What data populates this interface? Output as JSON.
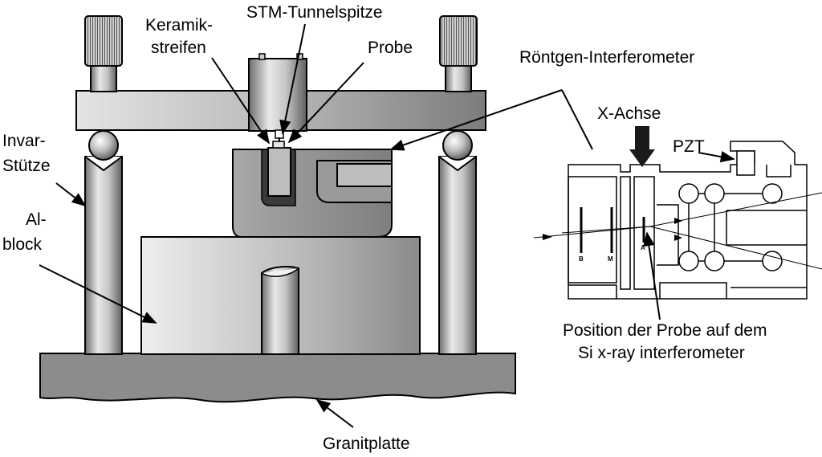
{
  "labels": {
    "stm_tip": "STM-Tunnelspitze",
    "ceramic_1": "Keramik-",
    "ceramic_2": "streifen",
    "probe": "Probe",
    "xray_interferometer": "Röntgen-Interferometer",
    "invar_1": "Invar-",
    "invar_2": "Stütze",
    "al_1": "Al-",
    "al_2": "block",
    "x_axis": "X-Achse",
    "pzt": "PZT",
    "position_1": "Position der Probe auf dem",
    "position_2": "Si x-ray interferometer",
    "granite": "Granitplatte"
  },
  "lamella_labels": {
    "b": "B",
    "m": "M",
    "a": "A"
  },
  "colors": {
    "outline": "#000000",
    "metal_light": "#e6e6e6",
    "metal_mid": "#b5b5b5",
    "metal_dark": "#7a7a7a",
    "granite": "#8c8c8c",
    "background": "#ffffff"
  }
}
